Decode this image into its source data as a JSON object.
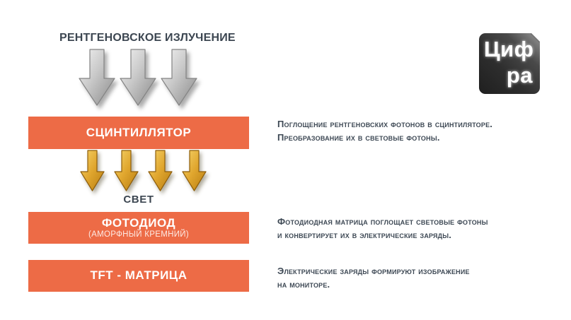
{
  "title": "РЕНТГЕНОВСКОЕ ИЗЛУЧЕНИЕ",
  "light_label": "СВЕТ",
  "arrows": {
    "xray": {
      "count": 3,
      "style": "gray-metallic",
      "direction": "down"
    },
    "light": {
      "count": 4,
      "style": "gold",
      "direction": "down"
    }
  },
  "layers": [
    {
      "label": "СЦИНТИЛЛЯТОР",
      "sublabel": ""
    },
    {
      "label": "ФОТОДИОД",
      "sublabel": "(АМОРФНЫЙ КРЕМНИЙ)"
    },
    {
      "label": "TFT - МАТРИЦА",
      "sublabel": ""
    }
  ],
  "descriptions": [
    {
      "lines": [
        "Поглощение рентгеновских фотонов в сцинтиляторе.",
        "Преобразование их в световые фотоны."
      ]
    },
    {
      "lines": [
        "Фотодиодная матрица поглощает световые фотоны",
        "и конвертирует их в электрические заряды."
      ]
    },
    {
      "lines": [
        "Электрические заряды формируют изображение",
        "на мониторе."
      ]
    }
  ],
  "logo": {
    "line1": "Циф",
    "line2": "ра"
  },
  "colors": {
    "accent_orange": "#ED6B46",
    "text_dark": "#3C4651",
    "bar_text": "#FFFFFF",
    "logo_bg_dark": "#2E2E2E",
    "gold_arrow": "#E0A62E",
    "gray_arrow": "#C9C9C9"
  }
}
